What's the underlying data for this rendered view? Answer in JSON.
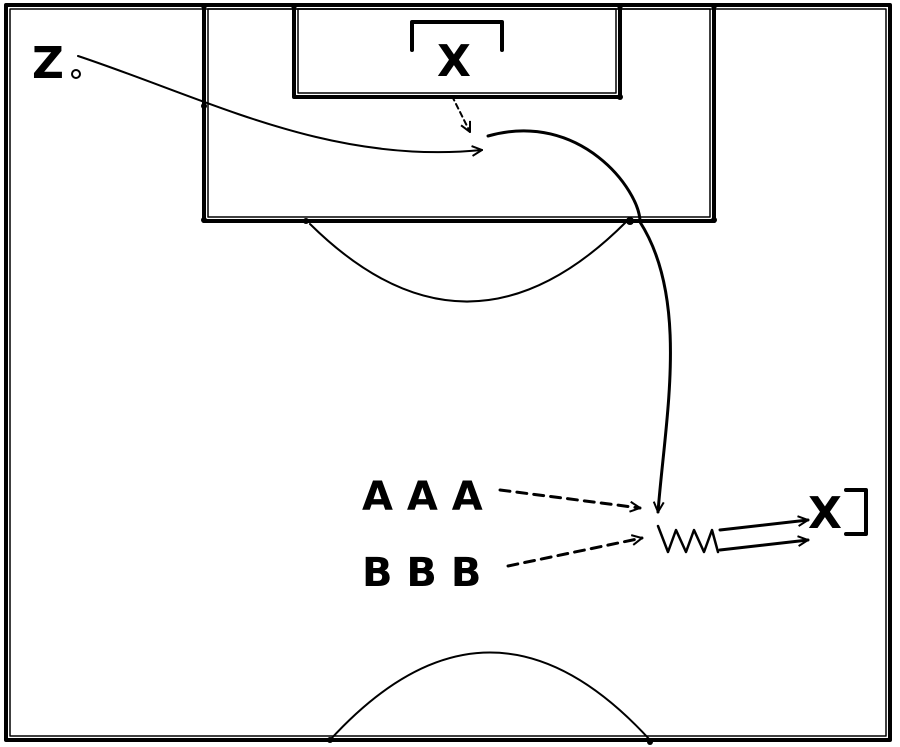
{
  "labels": {
    "z": "Z",
    "goalkeeper_top": "X",
    "goalkeeper_right": "X",
    "queue_a": "A A A",
    "queue_b": "B B B"
  },
  "colors": {
    "line": "#000000",
    "background": "#ffffff"
  }
}
